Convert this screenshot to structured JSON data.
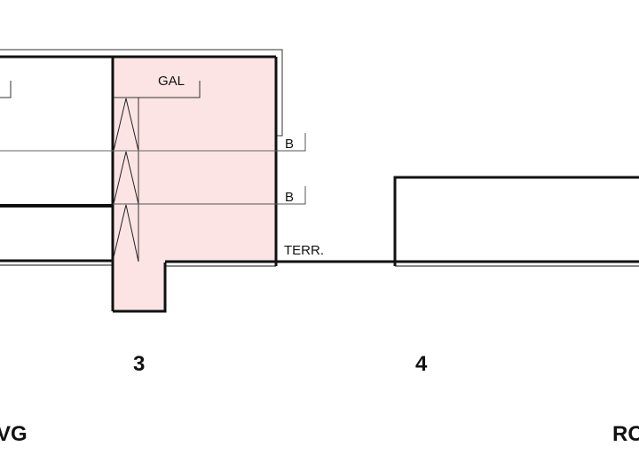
{
  "drawing": {
    "type": "building-section",
    "highlight_color": "#fce4e4",
    "line_color": "#111111",
    "thin_line_color": "#666666",
    "level_labels": {
      "gallery": "GAL",
      "floor_upper": "B",
      "floor_lower": "B",
      "terrain": "TERR."
    },
    "section_numbers": {
      "s3": "3",
      "s4": "4"
    },
    "bottom_labels": {
      "left": "VG",
      "right": "RO"
    }
  }
}
